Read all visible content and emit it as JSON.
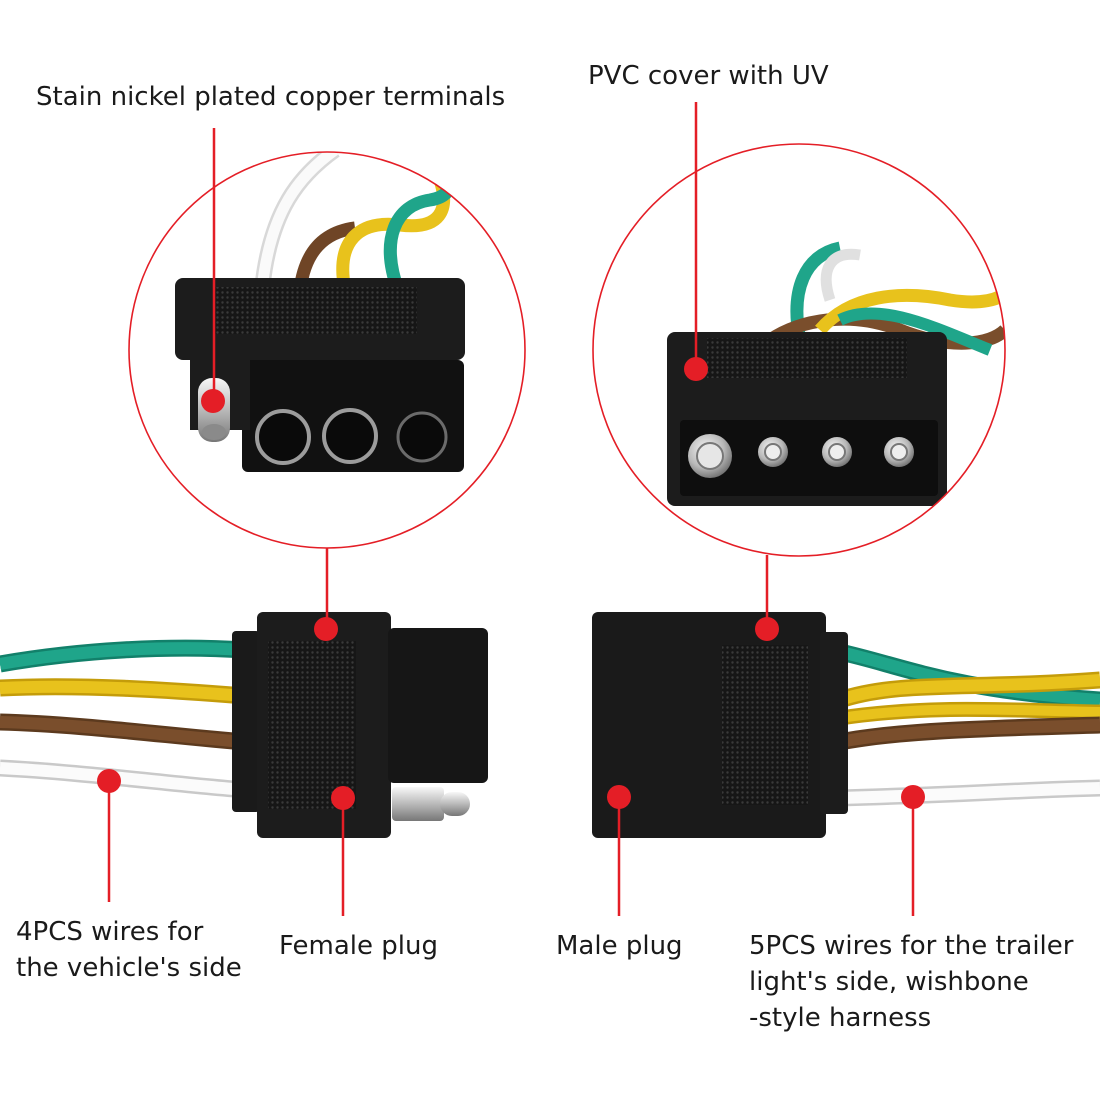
{
  "labels": {
    "terminals": "Stain nickel plated copper terminals",
    "pvc_cover": "PVC cover with UV",
    "wires_4pcs_line1": "4PCS wires for",
    "wires_4pcs_line2": "the vehicle's side",
    "female_plug": "Female plug",
    "male_plug": "Male plug",
    "wires_5pcs_line1": "5PCS wires for the trailer",
    "wires_5pcs_line2": "light's side, wishbone",
    "wires_5pcs_line3": "-style harness"
  },
  "colors": {
    "callout_red": "#e41e26",
    "connector_black": "#1c1c1c",
    "wire_green": "#1fa58a",
    "wire_yellow": "#e8c21c",
    "wire_brown": "#7a4e2c",
    "wire_white": "#f2f2f2"
  }
}
